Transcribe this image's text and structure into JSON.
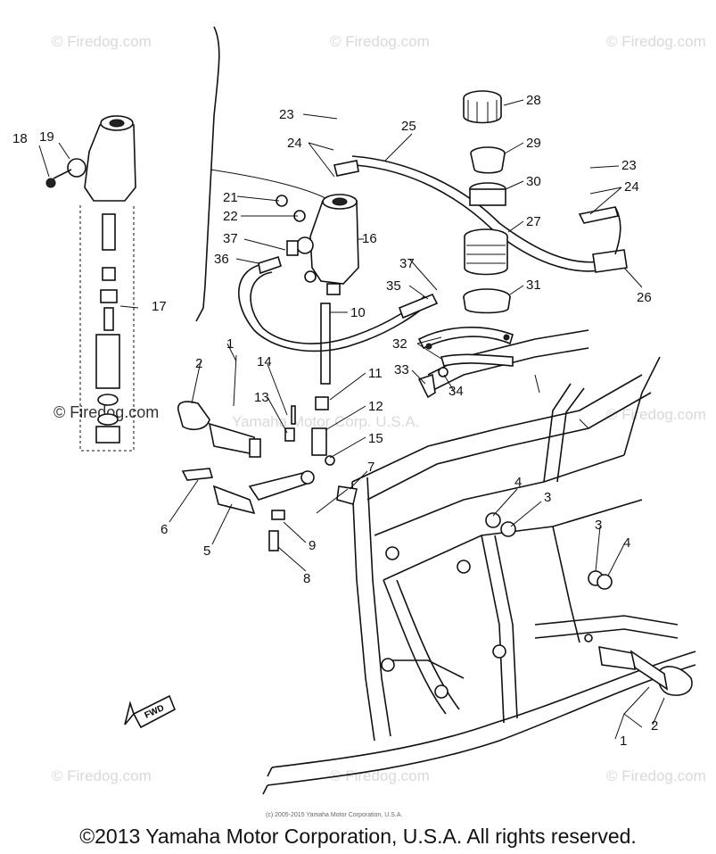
{
  "watermarks": [
    "© Firedog.com",
    "© Firedog.com",
    "© Firedog.com",
    "© Firedog.com",
    "© Firedog.com",
    "© Firedog.com",
    "© Firedog.com",
    "© Firedog.com"
  ],
  "overlay_text": "Yamaha Motor Corp. U.S.A.",
  "small_credit": "(c) 2005-2015 Yamaha Motor Corporation, U.S.A.",
  "copyright": "©2013 Yamaha Motor Corporation, U.S.A. All rights reserved.",
  "fwd_label": "FWD",
  "callouts": {
    "c1a": "1",
    "c1b": "1",
    "c2a": "2",
    "c2b": "2",
    "c3a": "3",
    "c3b": "3",
    "c4a": "4",
    "c4b": "4",
    "c5": "5",
    "c6": "6",
    "c7": "7",
    "c8": "8",
    "c9": "9",
    "c10": "10",
    "c11": "11",
    "c12": "12",
    "c13": "13",
    "c14": "14",
    "c15": "15",
    "c16": "16",
    "c17": "17",
    "c18": "18",
    "c19": "19",
    "c21": "21",
    "c22": "22",
    "c23a": "23",
    "c23b": "23",
    "c24a": "24",
    "c24b": "24",
    "c25": "25",
    "c26": "26",
    "c27": "27",
    "c28": "28",
    "c29": "29",
    "c30": "30",
    "c31": "31",
    "c32": "32",
    "c33": "33",
    "c34": "34",
    "c35": "35",
    "c36": "36",
    "c37a": "37",
    "c37b": "37"
  }
}
